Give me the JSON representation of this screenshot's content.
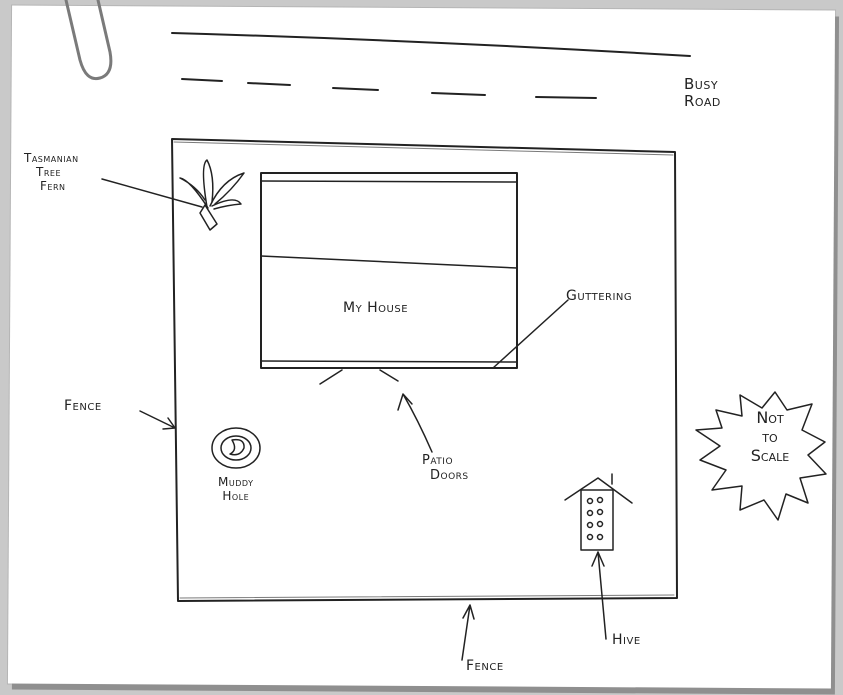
{
  "labels": {
    "busy_road_line1": "Busy",
    "busy_road_line2": "Road",
    "fern_line1": "Tasmanian",
    "fern_line2": "Tree",
    "fern_line3": "Fern",
    "house": "My House",
    "guttering": "Guttering",
    "fence_left": "Fence",
    "fence_bottom": "Fence",
    "muddy_line1": "Muddy",
    "muddy_line2": "Hole",
    "patio_line1": "Patio",
    "patio_line2": "Doors",
    "hive": "Hive",
    "not_to_scale_line1": "Not",
    "not_to_scale_line2": "to",
    "not_to_scale_line3": "Scale"
  },
  "colors": {
    "ink": "#222222",
    "paper": "#ffffff",
    "background": "#c9c9c9",
    "clip": "#7a7a7a"
  }
}
